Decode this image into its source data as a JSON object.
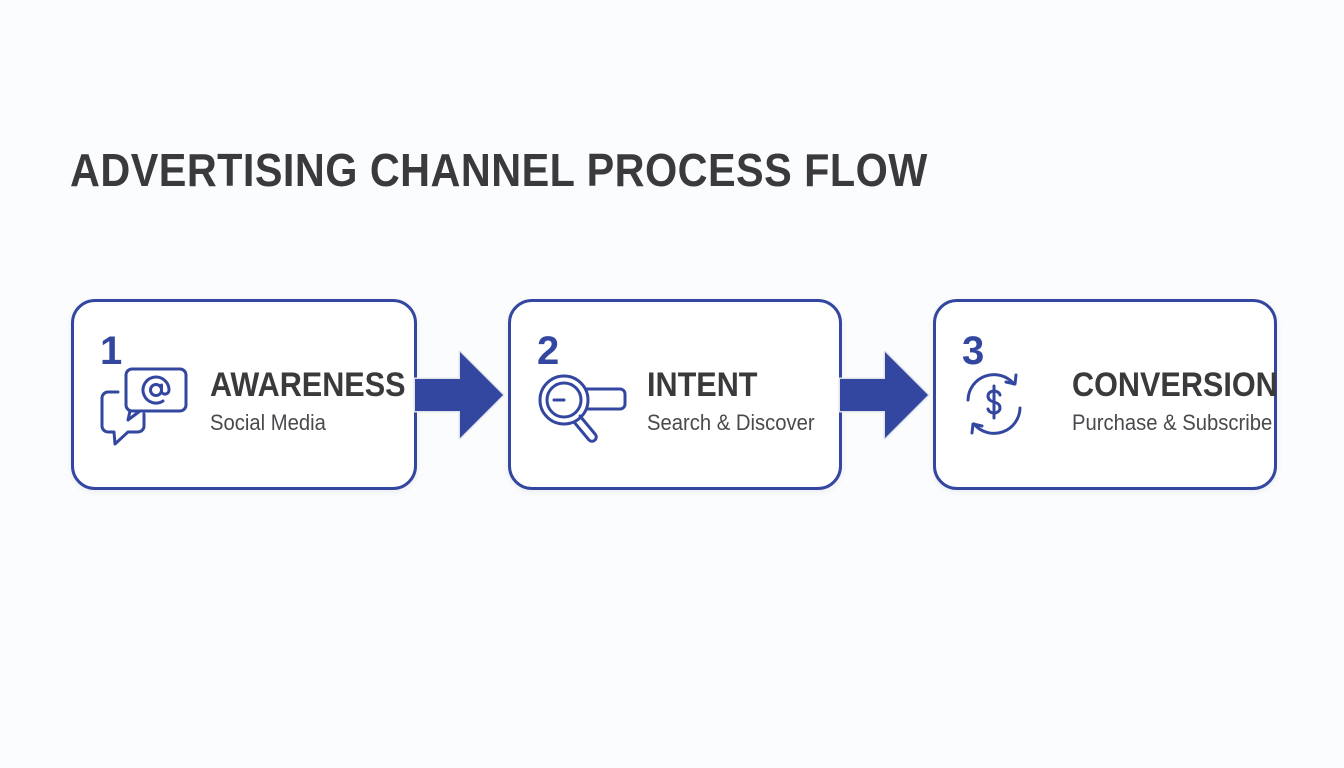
{
  "title": "ADVERTISING CHANNEL PROCESS FLOW",
  "accent_color": "#3347a0",
  "text_color": "#3a3a3c",
  "steps": [
    {
      "number": "1",
      "title": "AWARENESS",
      "subtitle": "Social Media",
      "icon": "chat-bubbles-at-icon"
    },
    {
      "number": "2",
      "title": "INTENT",
      "subtitle": "Search & Discover",
      "icon": "magnifier-search-icon"
    },
    {
      "number": "3",
      "title": "CONVERSION",
      "subtitle": "Purchase & Subscribe",
      "icon": "dollar-cycle-icon"
    }
  ],
  "connectors": [
    {
      "from": "1",
      "to": "2",
      "icon": "arrow-right-icon"
    },
    {
      "from": "2",
      "to": "3",
      "icon": "arrow-right-icon"
    }
  ]
}
